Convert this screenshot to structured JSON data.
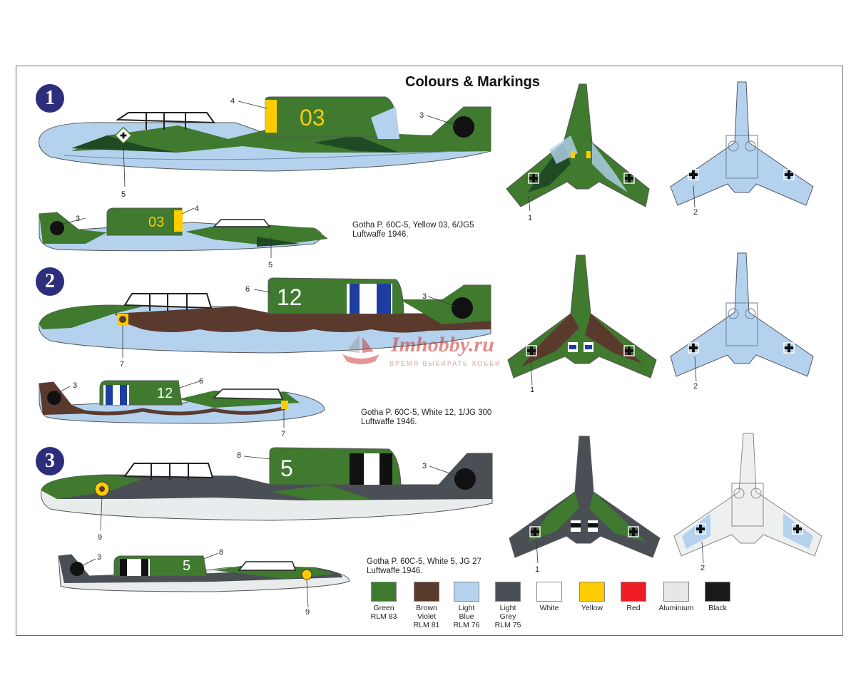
{
  "sheet": {
    "title": "Colours & Markings"
  },
  "schemes": [
    {
      "number": "1",
      "caption_line1": "Gotha P. 60C-5, Yellow 03, 6/JG5",
      "caption_line2": "Luftwaffe 1946.",
      "side_code": "03",
      "callouts": {
        "a": "4",
        "b": "3",
        "c": "5",
        "d": "3",
        "e": "4",
        "f": "5",
        "g": "1",
        "h": "2"
      }
    },
    {
      "number": "2",
      "caption_line1": "Gotha P. 60C-5, White  12, 1/JG 300",
      "caption_line2": "Luftwaffe 1946.",
      "side_code": "12",
      "callouts": {
        "a": "6",
        "b": "3",
        "c": "7",
        "d": "3",
        "e": "6",
        "f": "7",
        "g": "1",
        "h": "2"
      }
    },
    {
      "number": "3",
      "caption_line1": "Gotha P. 60C-5, White  5, JG 27",
      "caption_line2": "Luftwaffe 1946.",
      "side_code": "5",
      "callouts": {
        "a": "8",
        "b": "3",
        "c": "9",
        "d": "3",
        "e": "8",
        "f": "9",
        "g": "1",
        "h": "2"
      }
    }
  ],
  "palette": [
    {
      "lines": [
        "Green",
        "RLM 83"
      ],
      "color": "#3f7a2f"
    },
    {
      "lines": [
        "Brown",
        "Violet",
        "RLM 81"
      ],
      "color": "#5b3a2e"
    },
    {
      "lines": [
        "Light",
        "Blue",
        "RLM 76"
      ],
      "color": "#b4d2ee"
    },
    {
      "lines": [
        "Light",
        "Grey",
        "RLM 75"
      ],
      "color": "#4a4f55"
    },
    {
      "lines": [
        "White"
      ],
      "color": "#ffffff"
    },
    {
      "lines": [
        "Yellow"
      ],
      "color": "#ffcc00"
    },
    {
      "lines": [
        "Red"
      ],
      "color": "#ee1c24"
    },
    {
      "lines": [
        "Aluminium"
      ],
      "color": "#e6e8e8"
    },
    {
      "lines": [
        "Black"
      ],
      "color": "#1a1a1a"
    }
  ],
  "watermark": {
    "name": "Imhobby.ru",
    "slogan": "ВРЕМЯ ВЫБИРАТЬ ХОББИ"
  },
  "colors": {
    "green": "#3f7a2f",
    "dark_green": "#1f4a24",
    "brown": "#5b3a2e",
    "light_blue": "#b4d2ee",
    "grey": "#4a4f55",
    "badge": "#2c2e7c"
  }
}
